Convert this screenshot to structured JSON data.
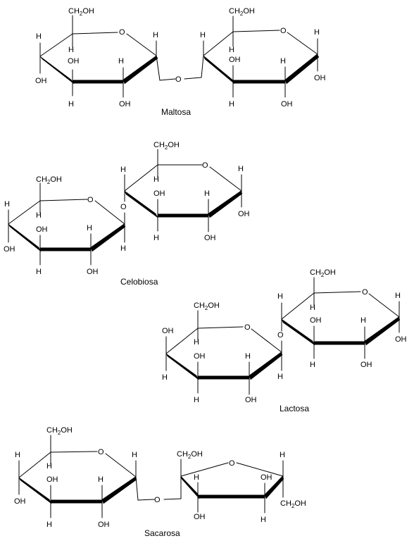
{
  "labels": {
    "h": "H",
    "oh": "OH",
    "o": "O",
    "ch2oh": "CH2OH",
    "ch": "CH",
    "two": "2",
    "ohsuffix": "OH"
  },
  "molecules": [
    {
      "key": "maltosa",
      "name": "Maltosa"
    },
    {
      "key": "celobiosa",
      "name": "Celobiosa"
    },
    {
      "key": "lactosa",
      "name": "Lactosa"
    },
    {
      "key": "sacarosa",
      "name": "Sacarosa"
    }
  ]
}
